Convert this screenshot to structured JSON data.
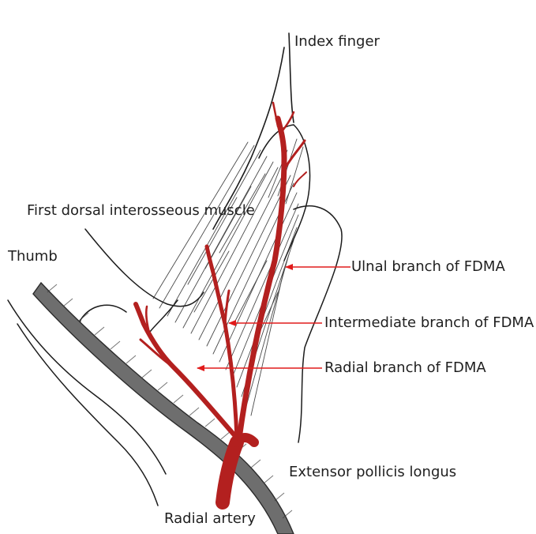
{
  "labels": {
    "index_finger": "Index finger",
    "first_dorsal_interosseous_muscle": "First dorsal interosseous muscle",
    "thumb": "Thumb",
    "ulnal_branch": "Ulnal branch of FDMA",
    "intermediate_branch": "Intermediate branch of FDMA",
    "radial_branch": "Radial branch of FDMA",
    "extensor_pollicis_longus": "Extensor pollicis longus",
    "radial_artery": "Radial artery"
  },
  "colors": {
    "artery": "#b3201f",
    "artery_dark": "#8e1a18",
    "pointer_arrow": "#e11b1b",
    "pencil_outline": "#1c1c1c",
    "tendon_fill": "#6e6e6e",
    "tendon_dark": "#3a3a3a"
  }
}
